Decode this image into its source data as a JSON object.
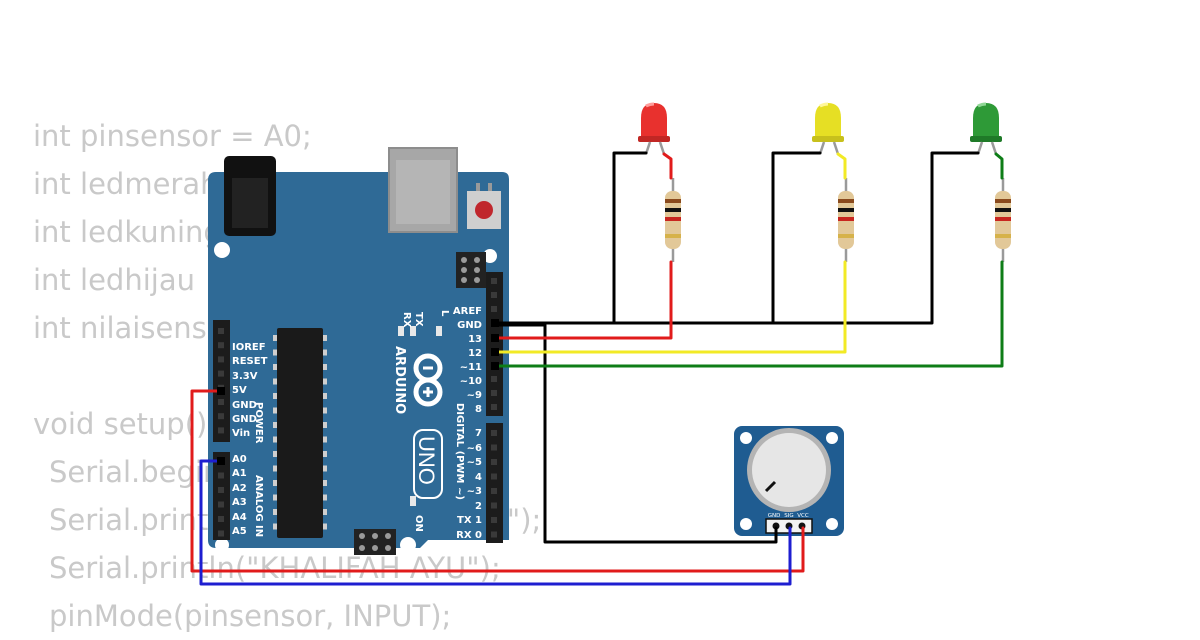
{
  "code": {
    "lines": [
      "int pinsensor = A0;",
      "int ledmerah",
      "int ledkuning",
      "int ledhijau",
      "int nilaisensor",
      "",
      "void setup()",
      "Serial.begin",
      "Serial.println(\"POTENSIOMETER\");",
      "Serial.println(\"KHALIFAH AYU\");",
      "pinMode(pinsensor, INPUT);"
    ]
  },
  "board": {
    "brand": "ARDUINO",
    "model": "UNO",
    "on_label": "ON",
    "led_l": "L",
    "led_tx": "TX",
    "led_rx": "RX",
    "power_section": "POWER",
    "analog_section": "ANALOG IN",
    "digital_section": "DIGITAL (PWM ~)",
    "power_pins": [
      "IOREF",
      "RESET",
      "3.3V",
      "5V",
      "GND",
      "GND",
      "Vin"
    ],
    "analog_pins": [
      "A0",
      "A1",
      "A2",
      "A3",
      "A4",
      "A5"
    ],
    "digital_top_pins": [
      "AREF",
      "GND",
      "13",
      "12",
      "~11",
      "~10",
      "~9",
      "8"
    ],
    "digital_bottom_pins": [
      "7",
      "~6",
      "~5",
      "4",
      "~3",
      "2",
      "TX 1",
      "RX 0"
    ]
  },
  "potentiometer": {
    "pins": [
      "GND",
      "SIG",
      "VCC"
    ]
  },
  "leds": [
    {
      "name": "red",
      "color": "#e8312e"
    },
    {
      "name": "yellow",
      "color": "#e6df24"
    },
    {
      "name": "green",
      "color": "#2e9a37"
    }
  ],
  "colors": {
    "board": "#2f6a96",
    "wire_black": "#000000",
    "wire_red": "#e11b1b",
    "wire_yellow": "#f2ea25",
    "wire_green": "#0e7d17",
    "wire_blue": "#1e1ed0",
    "pot_board": "#1f5c91"
  }
}
